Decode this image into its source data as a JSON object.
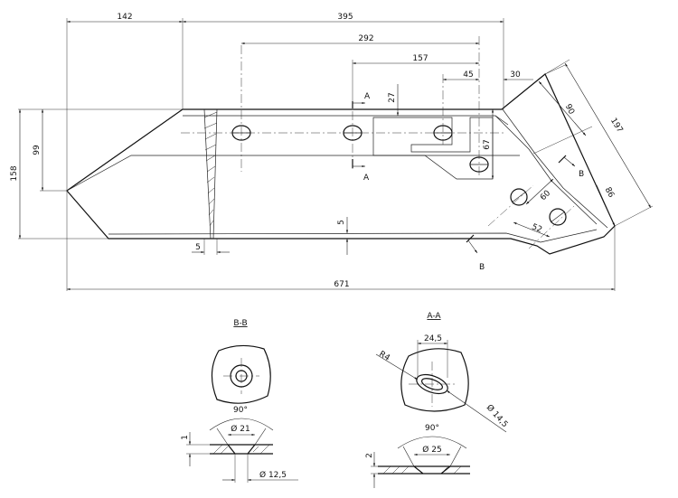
{
  "drawing": {
    "dims": {
      "d142": "142",
      "d395": "395",
      "d292": "292",
      "d157": "157",
      "d45": "45",
      "d30": "30",
      "d27": "27",
      "d67": "67",
      "d90": "90",
      "d197": "197",
      "d86": "86",
      "d60": "60",
      "d52": "52",
      "d158": "158",
      "d99": "99",
      "d5a": "5",
      "d5b": "5",
      "d671": "671"
    },
    "section_marks": {
      "a_top": "A",
      "a_bottom": "A",
      "b_top": "B",
      "b_bottom": "B"
    },
    "detail_bb": {
      "title": "B-B",
      "angle": "90°",
      "diam_top": "Ø 21",
      "thickness": "1",
      "diam_bottom": "Ø 12,5"
    },
    "detail_aa": {
      "title": "A-A",
      "width": "24,5",
      "radius": "R4",
      "diam_slot": "Ø 14,5",
      "angle": "90°",
      "diam_top": "Ø 25",
      "thickness": "2"
    }
  }
}
